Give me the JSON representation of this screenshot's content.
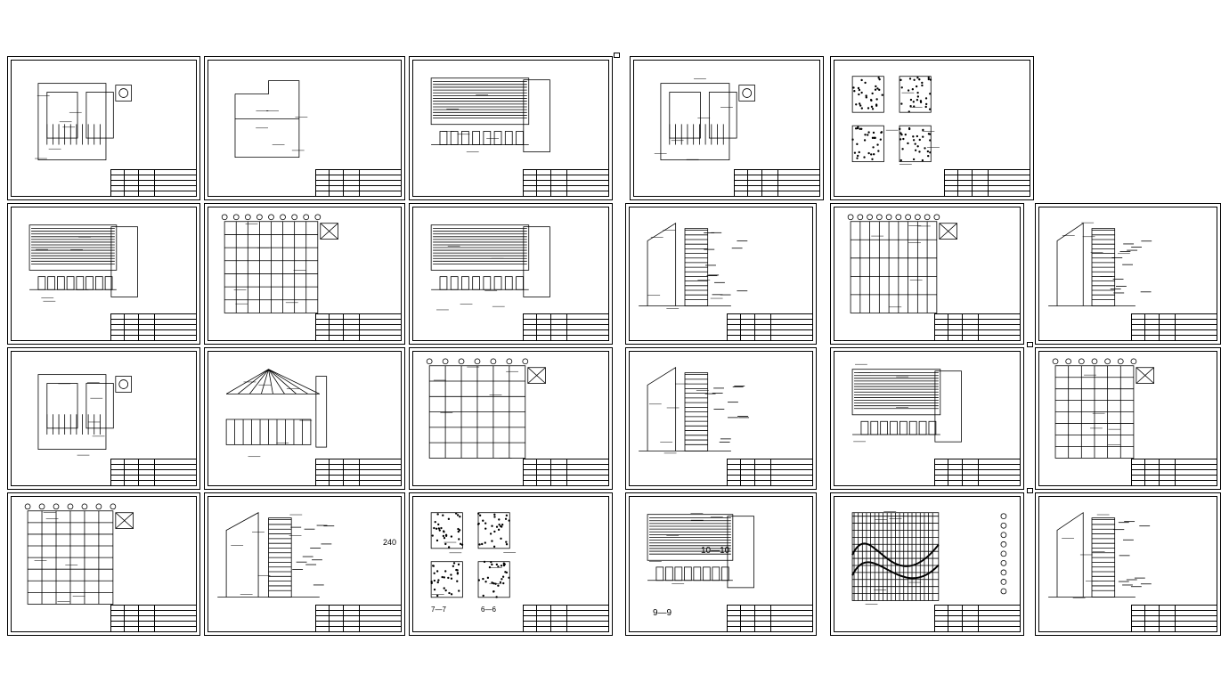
{
  "drawing_set": {
    "row1": [
      {
        "id": "s01",
        "kind": "plan"
      },
      {
        "id": "s02",
        "kind": "outline"
      },
      {
        "id": "s03",
        "kind": "elevation"
      },
      {
        "id": "s04",
        "kind": "plan"
      },
      {
        "id": "s05",
        "kind": "details"
      }
    ],
    "row2": [
      {
        "id": "s06",
        "kind": "elevation"
      },
      {
        "id": "s07",
        "kind": "grid"
      },
      {
        "id": "s08",
        "kind": "elevation"
      },
      {
        "id": "s09",
        "kind": "section"
      },
      {
        "id": "s10",
        "kind": "grid"
      },
      {
        "id": "s11",
        "kind": "section"
      }
    ],
    "row3": [
      {
        "id": "s12",
        "kind": "plan"
      },
      {
        "id": "s13",
        "kind": "truss"
      },
      {
        "id": "s14",
        "kind": "grid"
      },
      {
        "id": "s15",
        "kind": "section"
      },
      {
        "id": "s16",
        "kind": "elevation"
      },
      {
        "id": "s17",
        "kind": "grid"
      }
    ],
    "row4": [
      {
        "id": "s18",
        "kind": "grid"
      },
      {
        "id": "s19",
        "kind": "section"
      },
      {
        "id": "s20",
        "kind": "details"
      },
      {
        "id": "s21",
        "kind": "elevation"
      },
      {
        "id": "s22",
        "kind": "wave"
      },
      {
        "id": "s23",
        "kind": "section"
      }
    ],
    "labels": {
      "s21_section_a": "10—10",
      "s21_section_b": "9—9",
      "s19_dim": "240",
      "s20_label_a": "7—7",
      "s20_label_b": "6—6"
    },
    "colors": {
      "line": "#000000",
      "paper": "#ffffff"
    }
  }
}
